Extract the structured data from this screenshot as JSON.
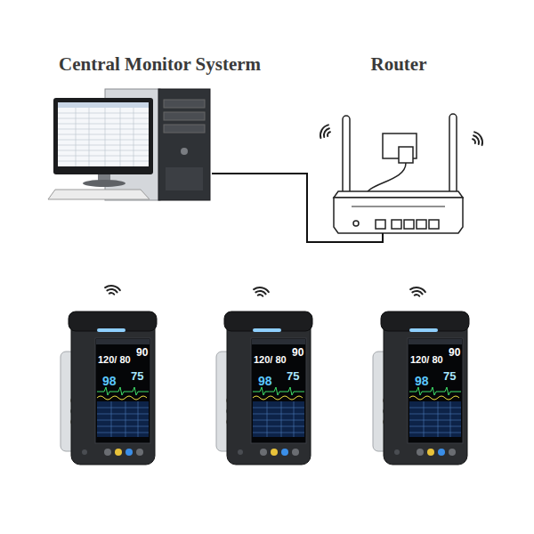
{
  "diagram": {
    "nodes": [
      {
        "text": [
          "Central Monitor Systerm"
        ]
      },
      {
        "text": [
          "Router"
        ]
      },
      {
        "text": [
          "120/ 80",
          "90",
          "98",
          "75"
        ]
      },
      {
        "text": [
          "120/ 80",
          "90",
          "98",
          "75"
        ]
      },
      {
        "text": [
          "120/ 80",
          "90",
          "98",
          "75"
        ]
      }
    ],
    "edges": [
      {
        "from": 0,
        "to": 1,
        "arrow": "none"
      }
    ]
  }
}
